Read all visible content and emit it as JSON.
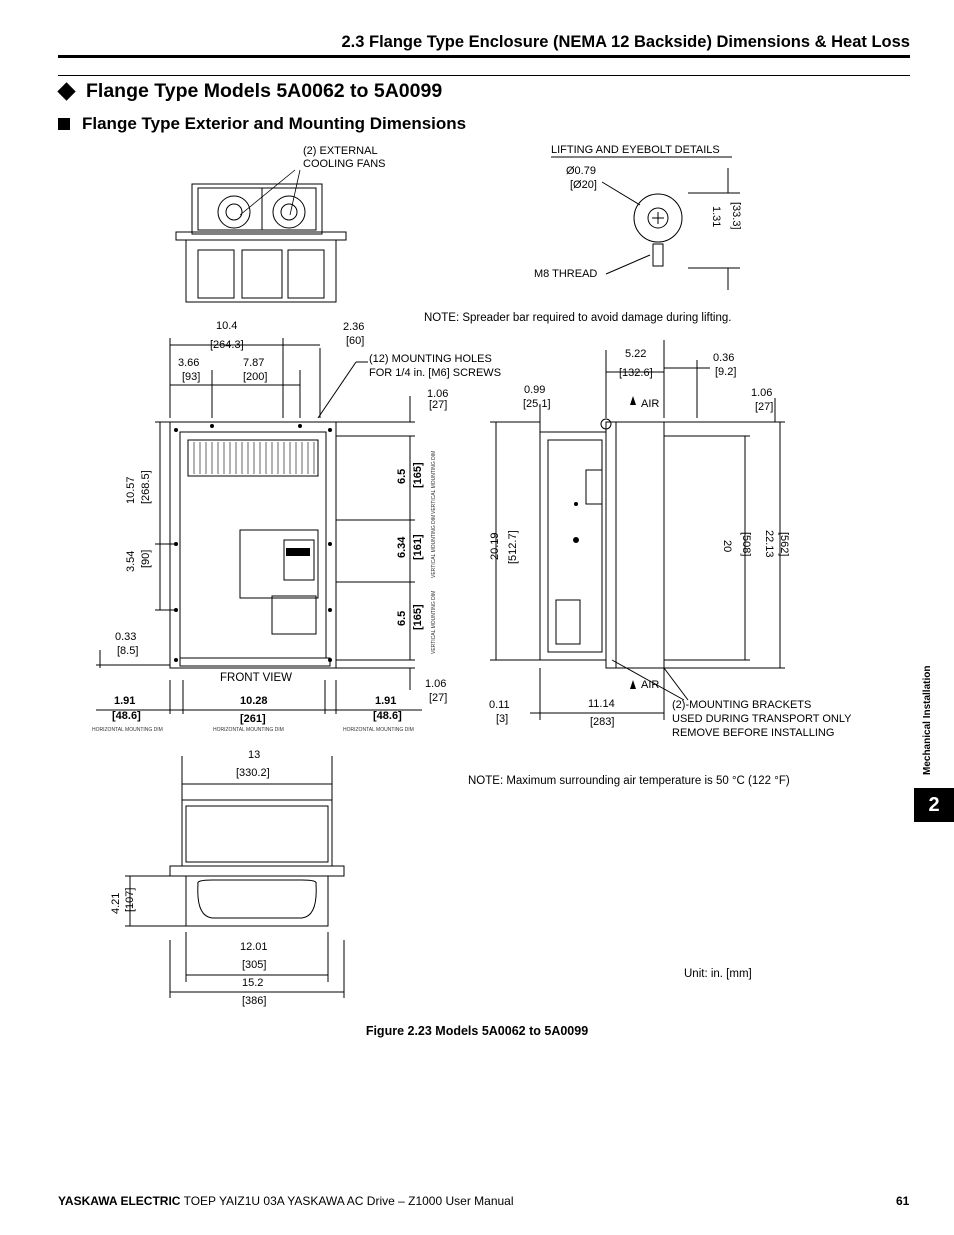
{
  "header": {
    "section_title": "2.3 Flange Type Enclosure (NEMA 12 Backside) Dimensions & Heat Loss"
  },
  "heading1": "Flange Type Models 5A0062 to 5A0099",
  "heading2": "Flange Type Exterior and Mounting Dimensions",
  "top_view": {
    "fans_label_1": "(2) EXTERNAL",
    "fans_label_2": "COOLING FANS"
  },
  "lifting": {
    "title": "LIFTING AND EYEBOLT DETAILS",
    "dia_in": "Ø0.79",
    "dia_mm": "[Ø20]",
    "thread": "M8 THREAD",
    "height_in": "1.31",
    "height_mm": "[33.3]"
  },
  "notes": {
    "spreader": "NOTE: Spreader bar required to avoid damage during lifting.",
    "air_temp": "NOTE: Maximum surrounding air temperature is 50 °C (122 °F)",
    "units": "Unit: in. [mm]"
  },
  "front": {
    "d_10_4": "10.4",
    "d_264_3": "[264.3]",
    "d_2_36": "2.36",
    "d_60": "[60]",
    "d_3_66": "3.66",
    "d_93": "[93]",
    "d_7_87": "7.87",
    "d_200": "[200]",
    "holes_1": "(12) MOUNTING HOLES",
    "holes_2": "FOR 1/4 in. [M6] SCREWS",
    "d_1_06_top": "1.06",
    "d_27_top": "[27]",
    "d_10_57": "10.57",
    "d_268_5": "[268.5]",
    "d_3_54": "3.54",
    "d_90": "[90]",
    "d_0_33": "0.33",
    "d_8_5": "[8.5]",
    "d_6_5_a": "6.5",
    "d_165_a": "[165]",
    "d_6_34": "6.34",
    "d_161": "[161]",
    "d_6_5_b": "6.5",
    "d_165_b": "[165]",
    "vmd": "VERTICAL MOUNTING DIM",
    "view_label": "FRONT VIEW",
    "d_1_06_bot": "1.06",
    "d_27_bot": "[27]",
    "d_1_91_l": "1.91",
    "d_48_6_l": "[48.6]",
    "d_10_28": "10.28",
    "d_261": "[261]",
    "d_1_91_r": "1.91",
    "d_48_6_r": "[48.6]",
    "hmd": "HORIZONTAL MOUNTING DIM"
  },
  "side": {
    "d_5_22": "5.22",
    "d_132_6": "[132.6]",
    "d_0_36": "0.36",
    "d_9_2": "[9.2]",
    "d_0_99": "0.99",
    "d_25_1": "[25.1]",
    "air_top": "AIR",
    "air_bot": "AIR",
    "d_1_06": "1.06",
    "d_27": "[27]",
    "d_20_19": "20.19",
    "d_512_7": "[512.7]",
    "d_20": "20",
    "d_508": "[508]",
    "d_22_13": "22.13",
    "d_562": "[562]",
    "d_0_11": "0.11",
    "d_3": "[3]",
    "d_11_14": "11.14",
    "d_283": "[283]",
    "brackets_1": "(2)-MOUNTING BRACKETS",
    "brackets_2": "USED DURING TRANSPORT ONLY",
    "brackets_3": "REMOVE BEFORE INSTALLING"
  },
  "bottom": {
    "d_13": "13",
    "d_330_2": "[330.2]",
    "d_4_21": "4.21",
    "d_107": "[107]",
    "d_12_01": "12.01",
    "d_305": "[305]",
    "d_15_2": "15.2",
    "d_386": "[386]"
  },
  "caption": "Figure 2.23  Models 5A0062 to 5A0099",
  "footer": {
    "brand": "YASKAWA ELECTRIC",
    "doc": " TOEP YAIZ1U 03A YASKAWA AC Drive – Z1000 User Manual",
    "page": "61"
  },
  "sidebar": {
    "label": "Mechanical Installation",
    "chapter": "2"
  }
}
